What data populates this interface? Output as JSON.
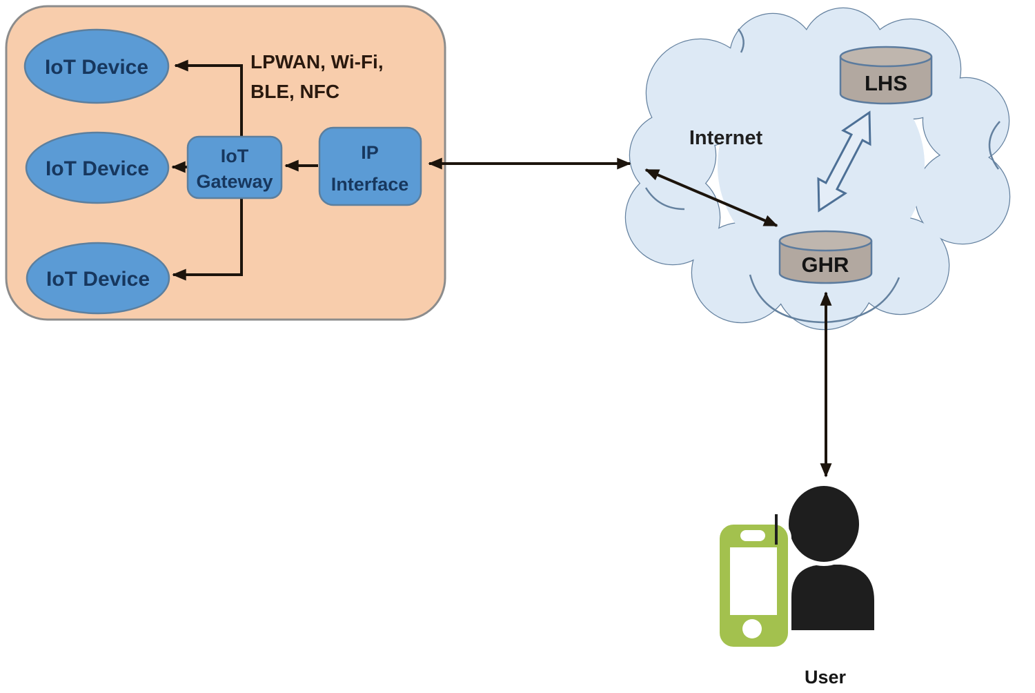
{
  "diagram": {
    "local_network": {
      "devices": [
        {
          "label": "IoT Device"
        },
        {
          "label": "IoT Device"
        },
        {
          "label": "IoT Device"
        }
      ],
      "gateway": {
        "line1": "IoT",
        "line2": "Gateway"
      },
      "ip_interface": {
        "line1": "IP",
        "line2": "Interface"
      },
      "protocols": {
        "line1": "LPWAN, Wi-Fi,",
        "line2": "BLE, NFC"
      }
    },
    "cloud": {
      "label": "Internet",
      "servers": [
        {
          "name": "LHS"
        },
        {
          "name": "GHR"
        }
      ]
    },
    "user": {
      "label": "User"
    },
    "connections": [
      {
        "from": "IoT Gateway",
        "to": "IoT Device (top)",
        "type": "arrow"
      },
      {
        "from": "IoT Gateway",
        "to": "IoT Device (middle)",
        "type": "arrow"
      },
      {
        "from": "IoT Gateway",
        "to": "IoT Device (bottom)",
        "type": "arrow"
      },
      {
        "from": "IP Interface",
        "to": "IoT Gateway",
        "type": "arrow"
      },
      {
        "from": "IP Interface",
        "to": "Internet cloud",
        "type": "double-arrow"
      },
      {
        "from": "Internet cloud edge",
        "to": "GHR",
        "type": "double-arrow"
      },
      {
        "from": "LHS",
        "to": "GHR",
        "type": "hollow-double-arrow"
      },
      {
        "from": "GHR",
        "to": "User",
        "type": "double-arrow"
      }
    ]
  },
  "colors": {
    "lan_fill": "#f8cdac",
    "node_blue": "#5b9bd5",
    "cloud_fill": "#dde9f5",
    "hollow_arrow_fill": "#e4edf7",
    "cylinder_body": "#b2a8a0",
    "cylinder_top": "#bfb6ae",
    "phone_green": "#a3c14e",
    "text_navy": "#17375e",
    "arrow_black": "#1c140c"
  }
}
